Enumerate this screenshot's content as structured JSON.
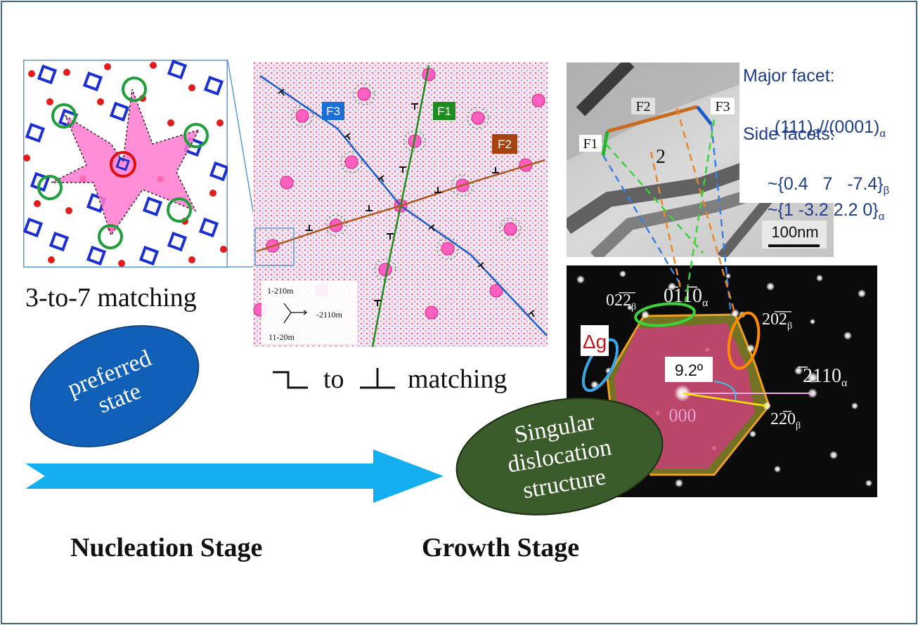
{
  "captions": {
    "left_panel": "3-to-7 matching",
    "middle_panel_to": "to",
    "middle_panel_matching": "matching",
    "nucleation_stage": "Nucleation Stage",
    "growth_stage": "Growth Stage"
  },
  "ellipses": {
    "preferred_state_line1": "preferred",
    "preferred_state_line2": "state",
    "singular_line1": "Singular",
    "singular_line2": "dislocation",
    "singular_line3": "structure"
  },
  "facet_info": {
    "major_title": "Major facet:",
    "major_plane_1": "(111)",
    "major_sub_1": "β",
    "major_plane_2": "//(0001)",
    "major_sub_2": "α",
    "side_title": "Side facets:",
    "side_plane_1": "~{0.4   7   -7.4}",
    "side_sub_1": "β",
    "side_plane_2": "~{1 -3.2 2.2 0}",
    "side_sub_2": "α"
  },
  "lattice_map": {
    "line_labels": [
      "F3",
      "F1",
      "F2"
    ],
    "axis_labels": [
      "1-210m",
      "-2110m",
      "11-20m"
    ]
  },
  "tem_image": {
    "facet_labels": [
      "F1",
      "F2",
      "F3"
    ],
    "grain_number": "2",
    "scale_bar": "100nm"
  },
  "diffraction": {
    "delta_g": "Δg",
    "angle": "9.2º",
    "center_spot": "000",
    "spot_labels": [
      "02̅2̅",
      "0̅11̅0",
      "20̅2̅",
      "̅2110",
      "22̅0"
    ],
    "spot_subs": [
      "β",
      "α",
      "β",
      "α",
      "β"
    ]
  },
  "colors": {
    "frame": "#3b6a8c",
    "ellipse_blue": "#1565c0",
    "ellipse_green": "#37582a",
    "arrow": "#14a9ee",
    "facet_text": "#1f3e8a",
    "F1": "#1e8c1e",
    "F2": "#b0581e",
    "F3": "#1a5fc8"
  }
}
